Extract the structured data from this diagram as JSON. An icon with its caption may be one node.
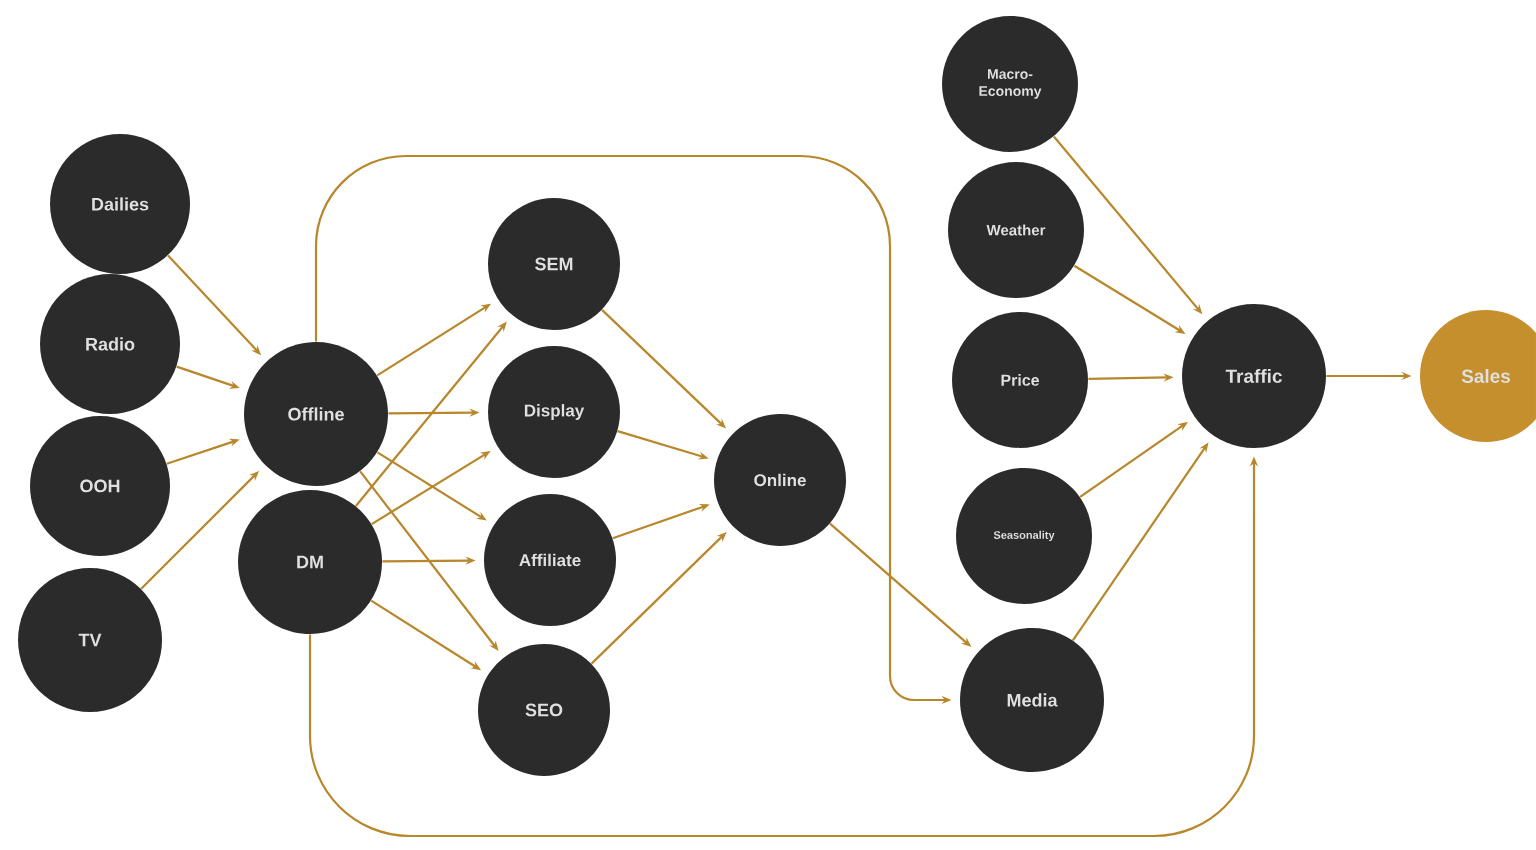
{
  "diagram": {
    "nodes": [
      {
        "text": [
          "Dailies"
        ]
      },
      {
        "text": [
          "Radio"
        ]
      },
      {
        "text": [
          "OOH"
        ]
      },
      {
        "text": [
          "TV"
        ]
      },
      {
        "text": [
          "Offline"
        ]
      },
      {
        "text": [
          "DM"
        ]
      },
      {
        "text": [
          "SEM"
        ]
      },
      {
        "text": [
          "Display"
        ]
      },
      {
        "text": [
          "Affiliate"
        ]
      },
      {
        "text": [
          "SEO"
        ]
      },
      {
        "text": [
          "Online"
        ]
      },
      {
        "text": [
          "Macro-Economy"
        ]
      },
      {
        "text": [
          "Weather"
        ]
      },
      {
        "text": [
          "Price"
        ]
      },
      {
        "text": [
          "Seasonality"
        ]
      },
      {
        "text": [
          "Media"
        ]
      },
      {
        "text": [
          "Traffic"
        ]
      },
      {
        "text": [
          "Sales"
        ]
      }
    ],
    "edges": [
      {
        "from": 0,
        "to": 4,
        "arrow": "to"
      },
      {
        "from": 1,
        "to": 4,
        "arrow": "to"
      },
      {
        "from": 2,
        "to": 4,
        "arrow": "to"
      },
      {
        "from": 3,
        "to": 4,
        "arrow": "to"
      },
      {
        "from": 4,
        "to": 6,
        "arrow": "to"
      },
      {
        "from": 4,
        "to": 7,
        "arrow": "to"
      },
      {
        "from": 4,
        "to": 8,
        "arrow": "to"
      },
      {
        "from": 4,
        "to": 9,
        "arrow": "to"
      },
      {
        "from": 5,
        "to": 6,
        "arrow": "to"
      },
      {
        "from": 5,
        "to": 7,
        "arrow": "to"
      },
      {
        "from": 5,
        "to": 8,
        "arrow": "to"
      },
      {
        "from": 5,
        "to": 9,
        "arrow": "to"
      },
      {
        "from": 6,
        "to": 10,
        "arrow": "to"
      },
      {
        "from": 7,
        "to": 10,
        "arrow": "to"
      },
      {
        "from": 8,
        "to": 10,
        "arrow": "to"
      },
      {
        "from": 9,
        "to": 10,
        "arrow": "to"
      },
      {
        "from": 10,
        "to": 15,
        "arrow": "to"
      },
      {
        "from": 4,
        "to": 15,
        "arrow": "to"
      },
      {
        "from": 5,
        "to": 16,
        "arrow": "to"
      },
      {
        "from": 11,
        "to": 16,
        "arrow": "to"
      },
      {
        "from": 12,
        "to": 16,
        "arrow": "to"
      },
      {
        "from": 13,
        "to": 16,
        "arrow": "to"
      },
      {
        "from": 14,
        "to": 16,
        "arrow": "to"
      },
      {
        "from": 15,
        "to": 16,
        "arrow": "to"
      },
      {
        "from": 16,
        "to": 17,
        "arrow": "to"
      }
    ]
  }
}
